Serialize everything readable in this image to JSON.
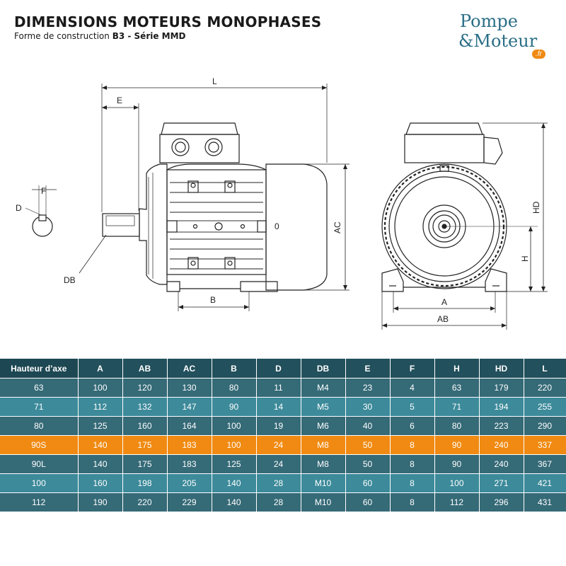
{
  "header": {
    "title": "DIMENSIONS MOTEURS MONOPHASES",
    "subtitle_prefix": "Forme de construction",
    "subtitle_bold": "B3 - Série MMD"
  },
  "logo": {
    "line1": "Pompe",
    "line2": "&Moteur",
    "badge": ".fr",
    "colors": {
      "text": "#2a6e86",
      "badge": "#f08a12"
    }
  },
  "drawing_labels": {
    "L": "L",
    "E": "E",
    "F": "F",
    "D": "D",
    "DB": "DB",
    "B": "B",
    "AC": "AC",
    "HD": "HD",
    "H": "H",
    "A": "A",
    "AB": "AB",
    "zero": "0"
  },
  "table": {
    "headers": [
      "Hauteur d’axe",
      "A",
      "AB",
      "AC",
      "B",
      "D",
      "DB",
      "E",
      "F",
      "H",
      "HD",
      "L"
    ],
    "rows": [
      [
        "63",
        "100",
        "120",
        "130",
        "80",
        "11",
        "M4",
        "23",
        "4",
        "63",
        "179",
        "220"
      ],
      [
        "71",
        "112",
        "132",
        "147",
        "90",
        "14",
        "M5",
        "30",
        "5",
        "71",
        "194",
        "255"
      ],
      [
        "80",
        "125",
        "160",
        "164",
        "100",
        "19",
        "M6",
        "40",
        "6",
        "80",
        "223",
        "290"
      ],
      [
        "90S",
        "140",
        "175",
        "183",
        "100",
        "24",
        "M8",
        "50",
        "8",
        "90",
        "240",
        "337"
      ],
      [
        "90L",
        "140",
        "175",
        "183",
        "125",
        "24",
        "M8",
        "50",
        "8",
        "90",
        "240",
        "367"
      ],
      [
        "100",
        "160",
        "198",
        "205",
        "140",
        "28",
        "M10",
        "60",
        "8",
        "100",
        "271",
        "421"
      ],
      [
        "112",
        "190",
        "220",
        "229",
        "140",
        "28",
        "M10",
        "60",
        "8",
        "112",
        "296",
        "431"
      ]
    ],
    "highlight_row": 3,
    "colors": {
      "header": "#22505c",
      "row_a": "#356a77",
      "row_b": "#3c8a9a",
      "highlight": "#f08a12"
    }
  }
}
